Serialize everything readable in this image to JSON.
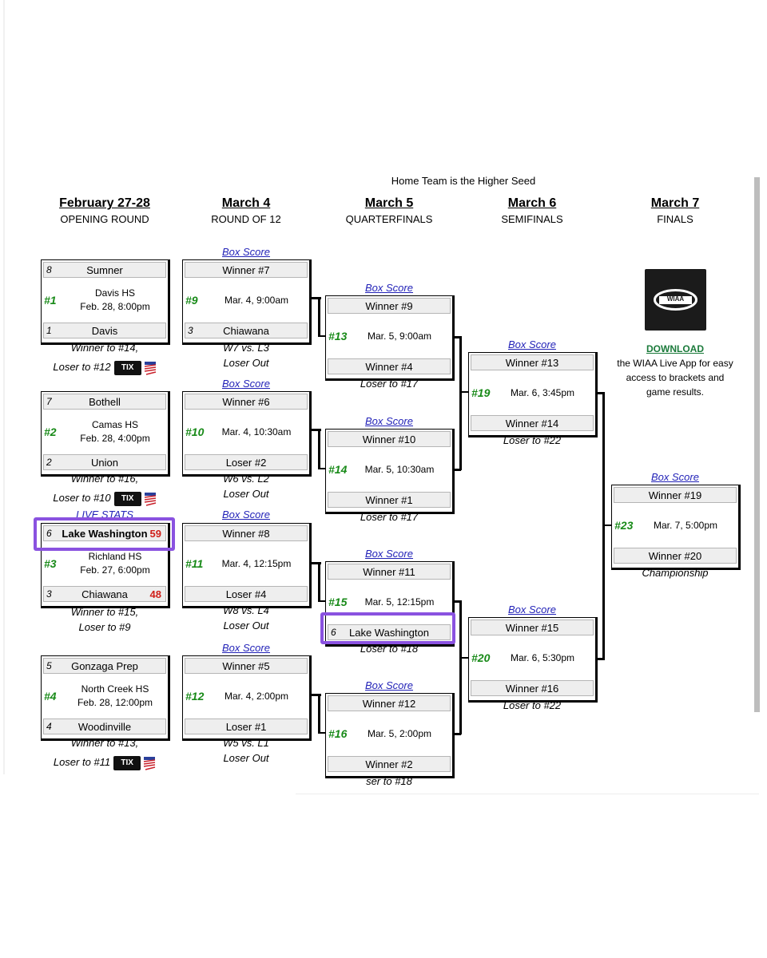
{
  "header_note": "Home Team is the Higher Seed",
  "columns": [
    {
      "date": "February 27-28",
      "round": "OPENING ROUND"
    },
    {
      "date": "March 4",
      "round": "ROUND OF 12"
    },
    {
      "date": "March 5",
      "round": "QUARTERFINALS"
    },
    {
      "date": "March 6",
      "round": "SEMIFINALS"
    },
    {
      "date": "March 7",
      "round": "FINALS"
    }
  ],
  "box_score_label": "Box Score",
  "live_stats_label": "LIVE STATS",
  "tix_label": "TIX",
  "games": {
    "g1": {
      "top_seed": "8",
      "top_team": "Sumner",
      "num": "#1",
      "venue": "Davis HS",
      "time": "Feb. 28, 8:00pm",
      "bot_seed": "1",
      "bot_team": "Davis",
      "note1": "Winner to #14,",
      "note2": "Loser to #12"
    },
    "g2": {
      "top_seed": "7",
      "top_team": "Bothell",
      "num": "#2",
      "venue": "Camas HS",
      "time": "Feb. 28, 4:00pm",
      "bot_seed": "2",
      "bot_team": "Union",
      "note1": "Winner to #16,",
      "note2": "Loser to #10"
    },
    "g3": {
      "top_seed": "6",
      "top_team": "Lake Washington",
      "top_score": "59",
      "num": "#3",
      "venue": "Richland HS",
      "time": "Feb. 27, 6:00pm",
      "bot_seed": "3",
      "bot_team": "Chiawana",
      "bot_score": "48",
      "note1": "Winner to #15,",
      "note2": "Loser to #9"
    },
    "g4": {
      "top_seed": "5",
      "top_team": "Gonzaga Prep",
      "num": "#4",
      "venue": "North Creek HS",
      "time": "Feb. 28, 12:00pm",
      "bot_seed": "4",
      "bot_team": "Woodinville",
      "note1": "Winner to #13,",
      "note2": "Loser to #11"
    },
    "g9": {
      "top_team": "Winner #7",
      "num": "#9",
      "time": "Mar. 4, 9:00am",
      "bot_seed": "3",
      "bot_team": "Chiawana",
      "note1": "W7 vs. L3",
      "note2": "Loser Out"
    },
    "g10": {
      "top_team": "Winner #6",
      "num": "#10",
      "time": "Mar. 4, 10:30am",
      "bot_team": "Loser #2",
      "note1": "W6 vs. L2",
      "note2": "Loser Out"
    },
    "g11": {
      "top_team": "Winner #8",
      "num": "#11",
      "time": "Mar. 4, 12:15pm",
      "bot_team": "Loser #4",
      "note1": "W8 vs. L4",
      "note2": "Loser Out"
    },
    "g12": {
      "top_team": "Winner #5",
      "num": "#12",
      "time": "Mar. 4, 2:00pm",
      "bot_team": "Loser #1",
      "note1": "W5 vs. L1",
      "note2": "Loser Out"
    },
    "g13": {
      "top_team": "Winner #9",
      "num": "#13",
      "time": "Mar. 5, 9:00am",
      "bot_team": "Winner #4",
      "note1": "Loser to #17"
    },
    "g14": {
      "top_team": "Winner #10",
      "num": "#14",
      "time": "Mar. 5, 10:30am",
      "bot_team": "Winner #1",
      "note1": "Loser to #17"
    },
    "g15": {
      "top_team": "Winner #11",
      "num": "#15",
      "time": "Mar. 5, 12:15pm",
      "bot_seed": "6",
      "bot_team": "Lake Washington",
      "note1": "Loser to #18"
    },
    "g16": {
      "top_team": "Winner #12",
      "num": "#16",
      "time": "Mar. 5, 2:00pm",
      "bot_team": "Winner #2",
      "note1": "ser to #18"
    },
    "g19": {
      "top_team": "Winner #13",
      "num": "#19",
      "time": "Mar. 6, 3:45pm",
      "bot_team": "Winner #14",
      "note1": "Loser to #22"
    },
    "g20": {
      "top_team": "Winner #15",
      "num": "#20",
      "time": "Mar. 6, 5:30pm",
      "bot_team": "Winner #16",
      "note1": "Loser to #22"
    },
    "g23": {
      "top_team": "Winner #19",
      "num": "#23",
      "time": "Mar. 7, 5:00pm",
      "bot_team": "Winner #20",
      "note1": "Championship"
    }
  },
  "app_promo": {
    "logo_text": "WIAA",
    "download": "DOWNLOAD",
    "text": "the WIAA Live App for easy access to brackets and game results."
  },
  "colors": {
    "highlight": "#8a52e0",
    "game_number": "#188a18",
    "score": "#d0201a",
    "link": "#2323b8"
  }
}
